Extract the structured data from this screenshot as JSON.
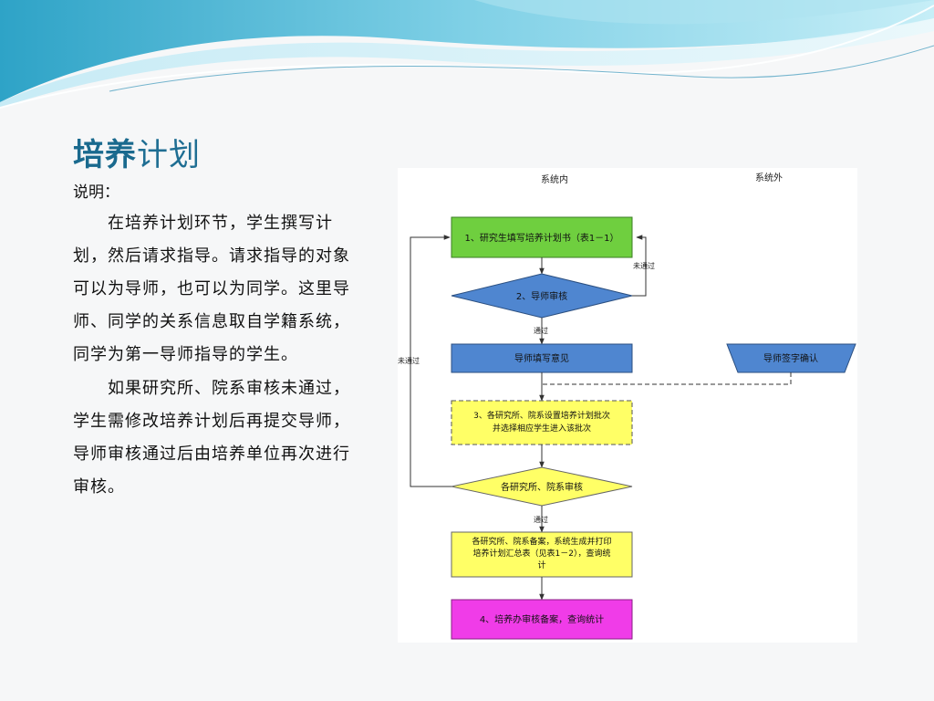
{
  "slide": {
    "title_part1": "培养",
    "title_part2": "计划",
    "desc_label": "说明：",
    "paragraphs": [
      "在培养计划环节，学生撰写计划，然后请求指导。请求指导的对象可以为导师，也可以为同学。这里导师、同学的关系信息取自学籍系统，同学为第一导师指导的学生。",
      "如果研究所、院系审核未通过，学生需修改培养计划后再提交导师，导师审核通过后由培养单位再次进行审核。"
    ]
  },
  "colors": {
    "title": "#1f6e93",
    "green_box": "#6fcf3f",
    "blue_shape": "#4f86d0",
    "yellow_shape": "#ffff66",
    "magenta_box": "#f03ce8"
  },
  "flowchart": {
    "lane_inside": "系统内",
    "lane_outside": "系统外",
    "step1": "1、研究生填写培养计划书（表1－1）",
    "step2": "2、导师审核",
    "not_passed_right": "未通过",
    "passed_1": "通过",
    "supervisor_opinion": "导师填写意见",
    "supervisor_sign": "导师签字确认",
    "not_passed_left": "未通过",
    "step3_line1": "3、各研究所、院系设置培养计划批次",
    "step3_line2": "并选择相应学生进入该批次",
    "dept_review": "各研究所、院系审核",
    "passed_2": "通过",
    "archive_line1": "各研究所、院系备案，系统生成并打印",
    "archive_line2": "培养计划汇总表（见表1－2），查询统",
    "archive_line3": "计",
    "step4": "4、培养办审核备案，查询统计"
  }
}
